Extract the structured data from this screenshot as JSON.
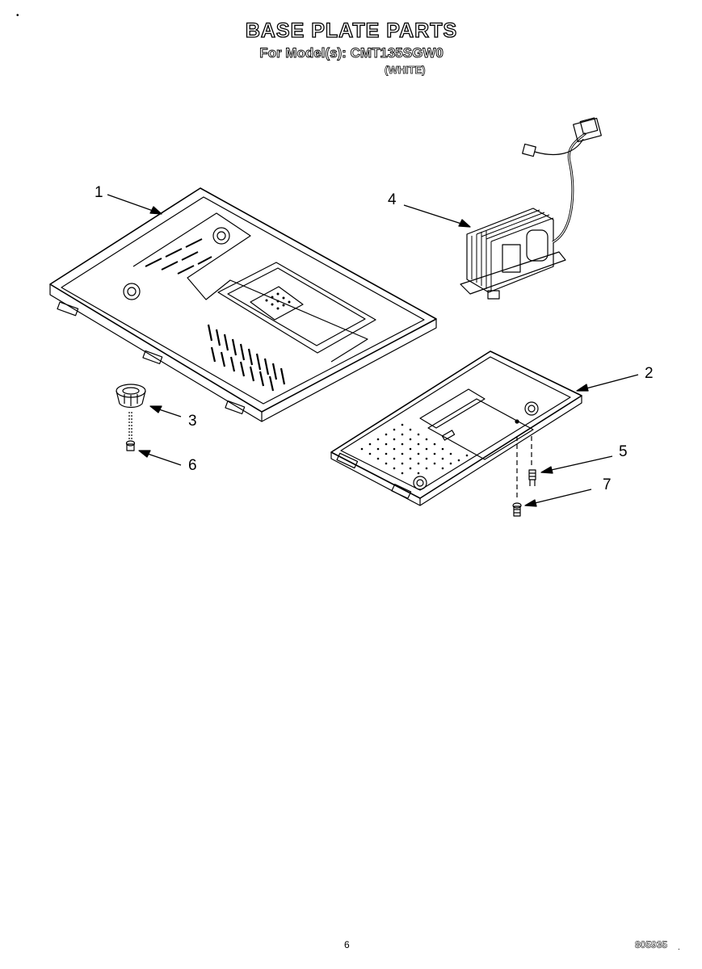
{
  "header": {
    "title": "BASE PLATE PARTS",
    "model_line": "For Model(s): CMT135SGW0",
    "color": "(WHITE)",
    "corner_mark": "•"
  },
  "callouts": {
    "c1": "1",
    "c2": "2",
    "c3": "3",
    "c4": "4",
    "c5": "5",
    "c6": "6",
    "c7": "7"
  },
  "footer": {
    "page_number": "6",
    "doc_code": "805935",
    "doc_dot": "."
  }
}
